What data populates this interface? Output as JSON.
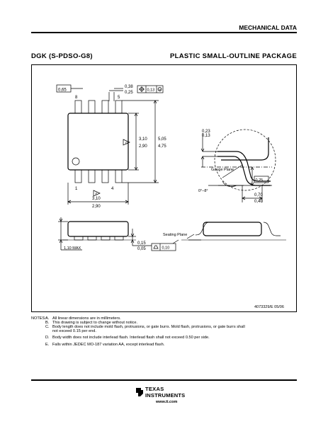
{
  "header": {
    "title": "MECHANICAL DATA",
    "package_id": "DGK (S-PDSO-G8)",
    "package_name": "PLASTIC SMALL-OUTLINE PACKAGE"
  },
  "top_view": {
    "lead_pitch": "0,65",
    "lead_width_max": "0,38",
    "lead_width_min": "0,25",
    "position_tol": "0,13",
    "pin_8": "8",
    "pin_5": "5",
    "pin_1": "1",
    "pin_4": "4",
    "body_width_max": "3,10",
    "body_width_min": "2,90",
    "overall_width_max": "5,05",
    "overall_width_min": "4,75",
    "body_length_max": "3,10",
    "body_length_min": "2,90",
    "note_d": "D",
    "note_e": "E"
  },
  "detail_view": {
    "thickness_max": "0,23",
    "thickness_min": "0,13",
    "gauge_plane": "Gauge Plane",
    "gauge_dim": "0,25",
    "angle": "0°–8°",
    "foot_max": "0,70",
    "foot_min": "0,40"
  },
  "side_view": {
    "height_max": "1,10 MAX",
    "standoff_max": "0,15",
    "standoff_min": "0,05",
    "seating_plane": "Seating Plane",
    "coplanarity": "0,10"
  },
  "drawing_number": "4073329/E 05/06",
  "notes": {
    "label": "NOTES:",
    "items": [
      {
        "letter": "A.",
        "text": "All linear dimensions are in millimeters."
      },
      {
        "letter": "B.",
        "text": "This drawing is subject to change without notice."
      },
      {
        "letter": "C.",
        "text": "Body length does not include mold flash, protrusions, or gate burrs.  Mold flash, protrusions, or gate burrs shall",
        "cont": "not exceed 0.15 per end."
      },
      {
        "letter": "D.",
        "text": "Body width does not include interlead flash. Interlead flash shall not exceed 0.50 per side."
      },
      {
        "letter": "E.",
        "text": "Falls within JEDEC MO-187 variation AA, except interlead flash."
      }
    ]
  },
  "footer": {
    "brand_line1": "TEXAS",
    "brand_line2": "INSTRUMENTS",
    "url": "www.ti.com"
  }
}
